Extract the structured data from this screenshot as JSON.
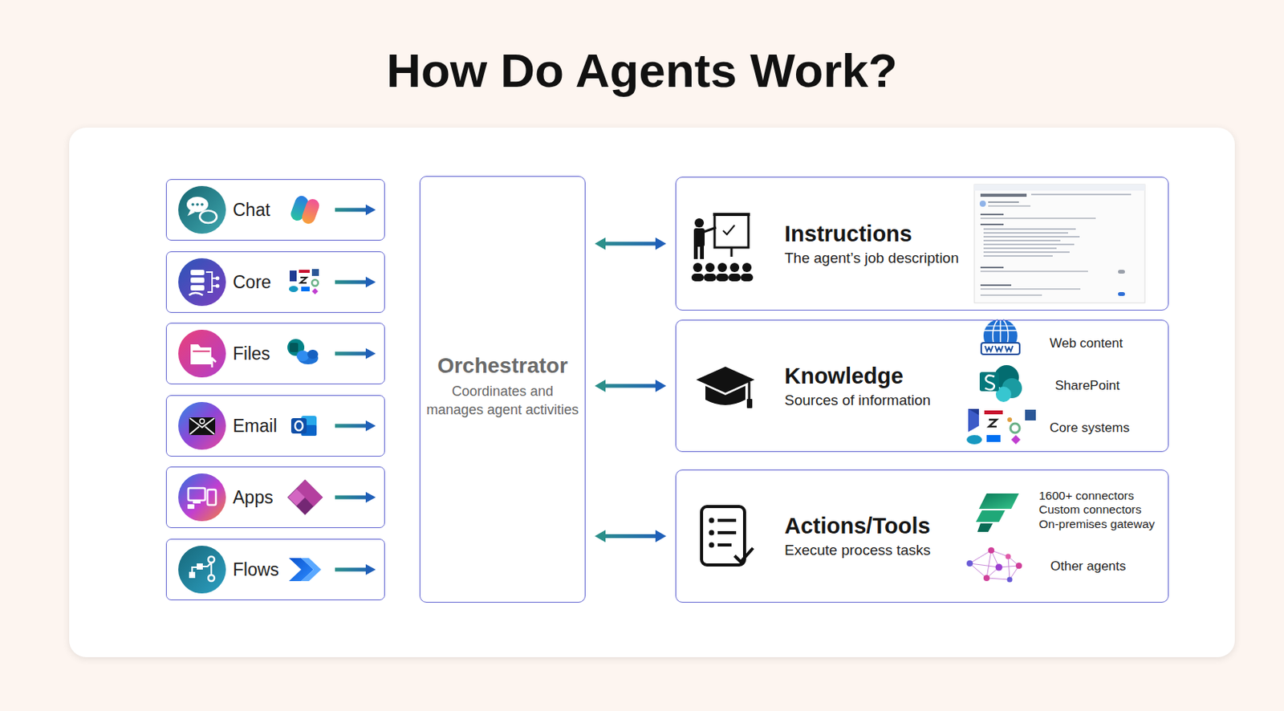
{
  "diagram": {
    "title": "How Do Agents Work?",
    "nodes": [
      {
        "text": [
          "Chat"
        ]
      },
      {
        "text": [
          "Core"
        ]
      },
      {
        "text": [
          "Files"
        ]
      },
      {
        "text": [
          "Email"
        ]
      },
      {
        "text": [
          "Apps"
        ]
      },
      {
        "text": [
          "Flows"
        ]
      },
      {
        "text": [
          "Orchestrator",
          "Coordinates and manages agent activities"
        ]
      },
      {
        "text": [
          "Instructions",
          "The agent’s job description"
        ]
      },
      {
        "text": [
          "Knowledge",
          "Sources of information"
        ]
      },
      {
        "text": [
          "Actions/Tools",
          "Execute process tasks"
        ]
      }
    ],
    "edges": [
      {
        "from": 6,
        "to": 7,
        "arrow": "both"
      },
      {
        "from": 6,
        "to": 8,
        "arrow": "both"
      },
      {
        "from": 6,
        "to": 9,
        "arrow": "both"
      }
    ],
    "labels": [
      "Web content",
      "SharePoint",
      "Core systems",
      "1600+ connectors",
      "Custom connectors",
      "On-premises gateway",
      "Other agents"
    ]
  }
}
